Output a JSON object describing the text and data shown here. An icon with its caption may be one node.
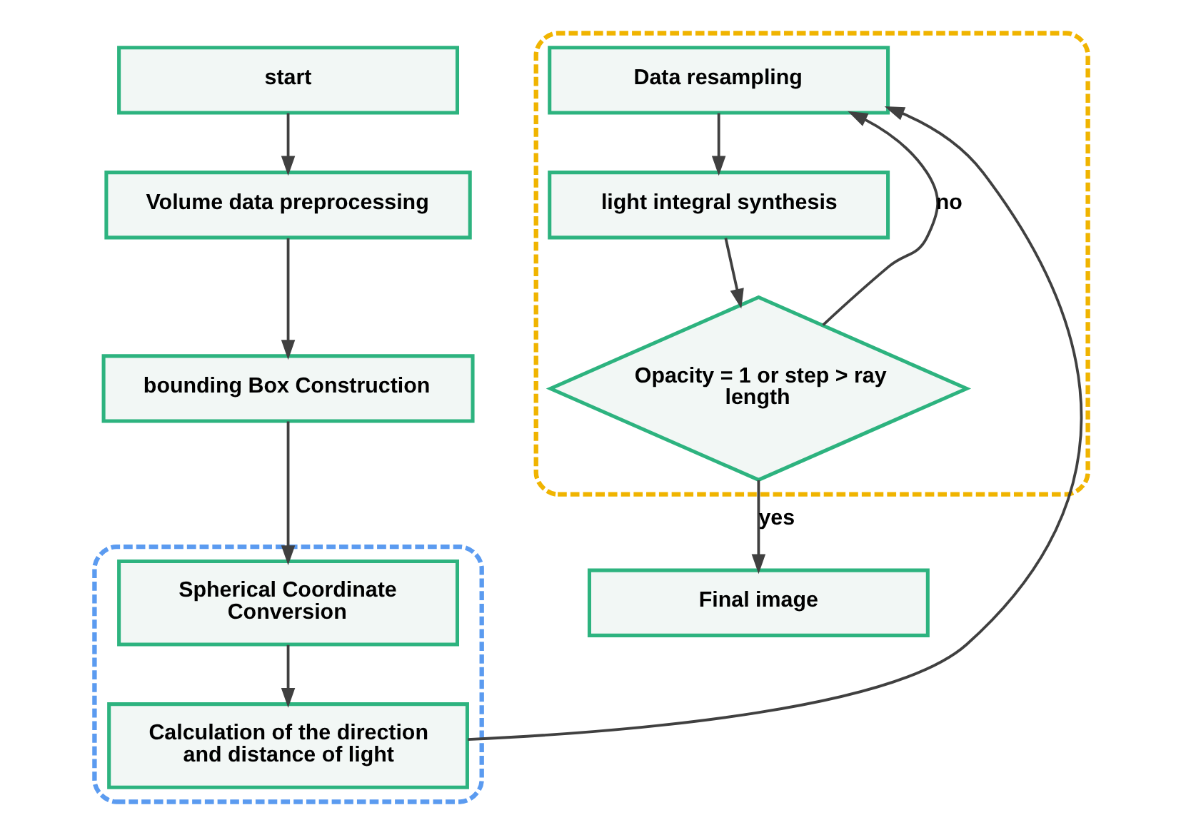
{
  "diagram": {
    "nodes": [
      {
        "text": [
          "start"
        ]
      },
      {
        "text": [
          "Volume data preprocessing"
        ]
      },
      {
        "text": [
          "bounding Box Construction"
        ]
      },
      {
        "text": [],
        "shape": "box"
      },
      {
        "text": [
          "Spherical Coordinate Conversion"
        ],
        "in": 3
      },
      {
        "text": [
          "Calculation of the direction and distance of light"
        ],
        "in": 3
      },
      {
        "text": [],
        "shape": "box"
      },
      {
        "text": [
          "Data resampling"
        ],
        "in": 6
      },
      {
        "text": [
          "light integral synthesis"
        ],
        "in": 6
      },
      {
        "text": [
          "Opacity = 1 or step > ray length"
        ],
        "in": 6
      },
      {
        "text": [
          "Final image"
        ]
      }
    ],
    "edges": [
      {
        "from": 0,
        "to": 1,
        "arrow": "to"
      },
      {
        "from": 1,
        "to": 2,
        "arrow": "to"
      },
      {
        "from": 2,
        "to": 4,
        "arrow": "to"
      },
      {
        "from": 4,
        "to": 5,
        "arrow": "to"
      },
      {
        "from": 5,
        "to": 7,
        "arrow": "to"
      },
      {
        "from": 7,
        "to": 8,
        "arrow": "to"
      },
      {
        "from": 8,
        "to": 9,
        "arrow": "to"
      },
      {
        "from": 9,
        "to": 7,
        "arrow": "to",
        "label": "no"
      },
      {
        "from": 9,
        "to": 10,
        "arrow": "to",
        "label": "yes"
      }
    ]
  }
}
